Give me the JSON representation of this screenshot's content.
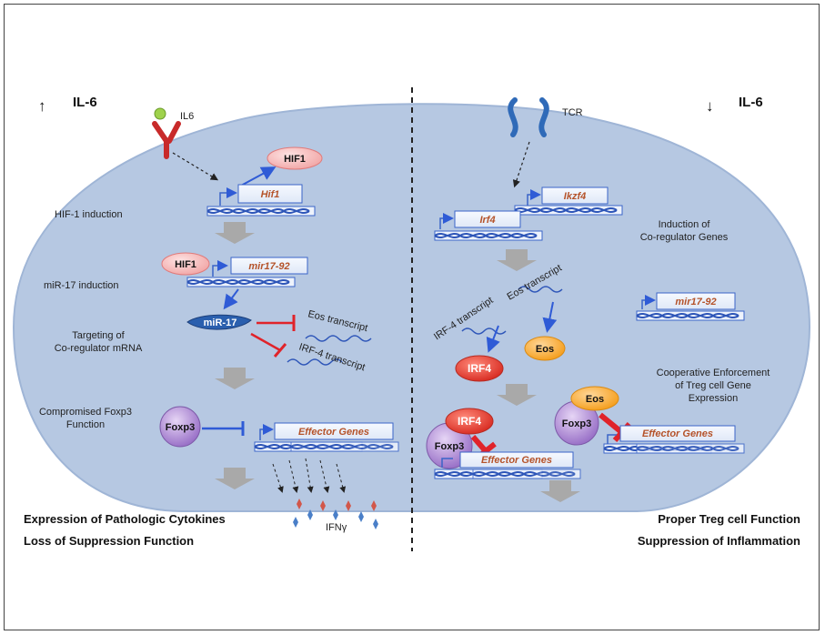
{
  "left": {
    "header": "IL-6",
    "header_arrow": "↑",
    "receptor_label": "IL6",
    "hif1_protein": "HIF1",
    "hif1_gene": "Hif1",
    "step1": "HIF-1 induction",
    "step2": "miR-17 induction",
    "hif1_bound": "HIF1",
    "mir_gene": "mir17-92",
    "mir17": "miR-17",
    "step3_line1": "Targeting of",
    "step3_line2": "Co-regulator mRNA",
    "eos_transcript": "Eos transcript",
    "irf4_transcript": "IRF-4 transcript",
    "step4_line1": "Compromised Foxp3",
    "step4_line2": "Function",
    "foxp3": "Foxp3",
    "effector": "Effector Genes",
    "cytokine": "IFNγ",
    "outcome1": "Expression of Pathologic Cytokines",
    "outcome2": "Loss of Suppression Function"
  },
  "right": {
    "header": "IL-6",
    "header_arrow": "↓",
    "receptor_label": "TCR",
    "ikzf4_gene": "Ikzf4",
    "irf4_gene": "Irf4",
    "step1_line1": "Induction of",
    "step1_line2": "Co-regulator Genes",
    "irf4_transcript": "IRF-4 transcript",
    "eos_transcript": "Eos transcript",
    "mir_gene": "mir17-92",
    "eos": "Eos",
    "irf4": "IRF4",
    "step2_line1": "Cooperative Enforcement",
    "step2_line2": "of Treg cell Gene",
    "step2_line3": "Expression",
    "eos2": "Eos",
    "foxp3_a": "Foxp3",
    "effector_a": "Effector Genes",
    "irf4_2": "IRF4",
    "foxp3_b": "Foxp3",
    "effector_b": "Effector Genes",
    "outcome1": "Proper Treg cell Function",
    "outcome2": "Suppression of Inflammation"
  },
  "colors": {
    "cell": "#b6c8e2",
    "cell_edge": "#9fb5d6",
    "activate": "#2f5bd6",
    "inhibit": "#e0232a",
    "dna": "#3a64c8",
    "gray_arrow": "#a9a9a9"
  }
}
